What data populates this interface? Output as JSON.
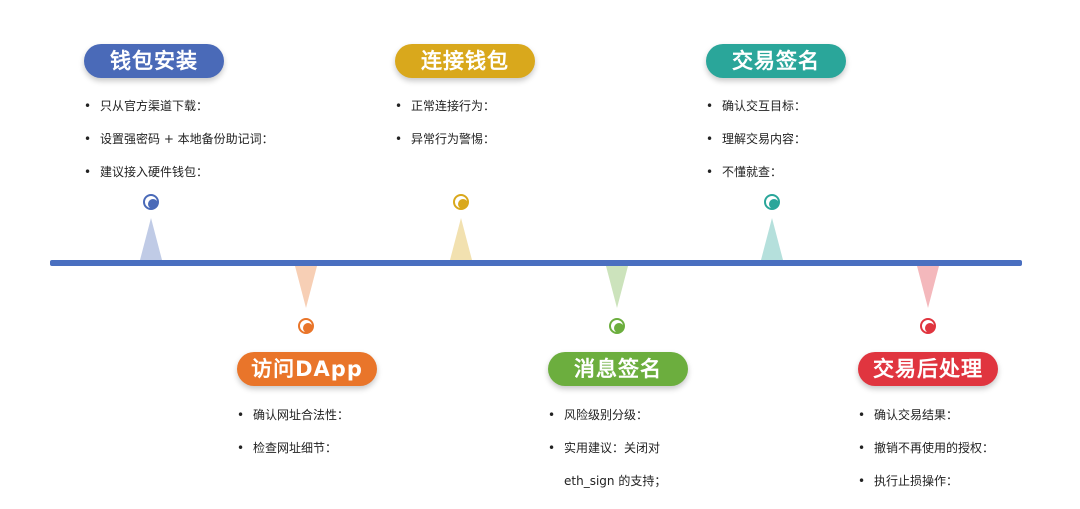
{
  "stages": [
    {
      "title": "钱包安装",
      "color": "#4a6ab8",
      "items": [
        "只从官方渠道下载：",
        "设置强密码 + 本地备份助记词：",
        "建议接入硬件钱包："
      ]
    },
    {
      "title": "访问DApp",
      "color": "#e9752a",
      "items": [
        "确认网址合法性：",
        "检查网址细节："
      ]
    },
    {
      "title": "连接钱包",
      "color": "#d9a81c",
      "items": [
        "正常连接行为：",
        "异常行为警惕："
      ]
    },
    {
      "title": "消息签名",
      "color": "#6cae3e",
      "items": [
        "风险级别分级：",
        "实用建议：关闭对",
        "eth_sign 的支持；"
      ]
    },
    {
      "title": "交易签名",
      "color": "#2aa69a",
      "items": [
        "确认交互目标：",
        "理解交易内容：",
        "不懂就查："
      ]
    },
    {
      "title": "交易后处理",
      "color": "#e0353f",
      "items": [
        "确认交易结果：",
        "撤销不再使用的授权：",
        "执行止损操作："
      ]
    }
  ]
}
